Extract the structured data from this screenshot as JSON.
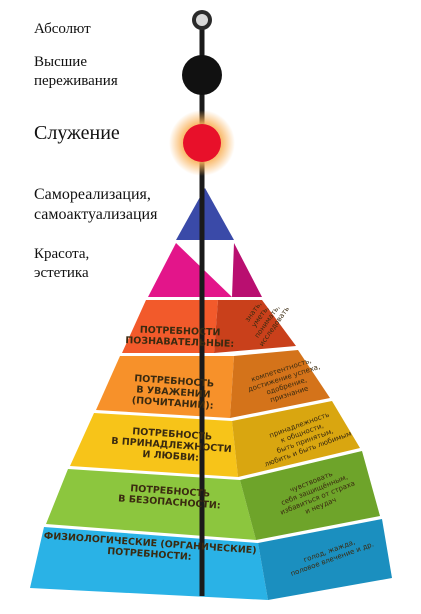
{
  "labels": {
    "absolute": "Абсолют",
    "higher_experiences": "Высшие\nпереживания",
    "service": "Служение",
    "self_realization": "Самореализация,\nсамоактуализация",
    "beauty": "Красота,\nэстетика"
  },
  "levels": [
    {
      "key": "cognitive",
      "front": [
        "ПОТРЕБНОСТИ",
        "ПОЗНАВАТЕЛЬНЫЕ:"
      ],
      "side": [
        "знать,",
        "уметь,",
        "понимать,",
        "исследовать"
      ],
      "color": "#f25a2b"
    },
    {
      "key": "esteem",
      "front": [
        "ПОТРЕБНОСТЬ",
        "В УВАЖЕНИИ",
        "(ПОЧИТАНИИ):"
      ],
      "side": [
        "компетентность,",
        "достижение успеха,",
        "одобрение,",
        "признание"
      ],
      "color": "#f7912a"
    },
    {
      "key": "belonging",
      "front": [
        "ПОТРЕБНОСТЬ",
        "В ПРИНАДЛЕЖНОСТИ",
        "И ЛЮБВИ:"
      ],
      "side": [
        "принадлежность",
        "к общности,",
        "быть принятым,",
        "любить и быть любимым"
      ],
      "color": "#f7c419"
    },
    {
      "key": "safety",
      "front": [
        "ПОТРЕБНОСТЬ",
        "В БЕЗОПАСНОСТИ:"
      ],
      "side": [
        "чувствовать",
        "себя защищённым,",
        "избавиться от страха",
        "и неудач"
      ],
      "color": "#8cc63e"
    },
    {
      "key": "physiological",
      "front": [
        "ФИЗИОЛОГИЧЕСКИЕ (ОРГАНИЧЕСКИЕ)",
        "ПОТРЕБНОСТИ:"
      ],
      "side": [
        "голод, жажда,",
        "половое влечение и др."
      ],
      "color": "#2ab2e6"
    }
  ],
  "colors": {
    "apex": "#3a4aa8",
    "beauty": "#e3158a",
    "service_dot": "#e8102a",
    "service_glow": "#f9b25a",
    "dot_black": "#111111",
    "rod": "#1a1a1a"
  }
}
